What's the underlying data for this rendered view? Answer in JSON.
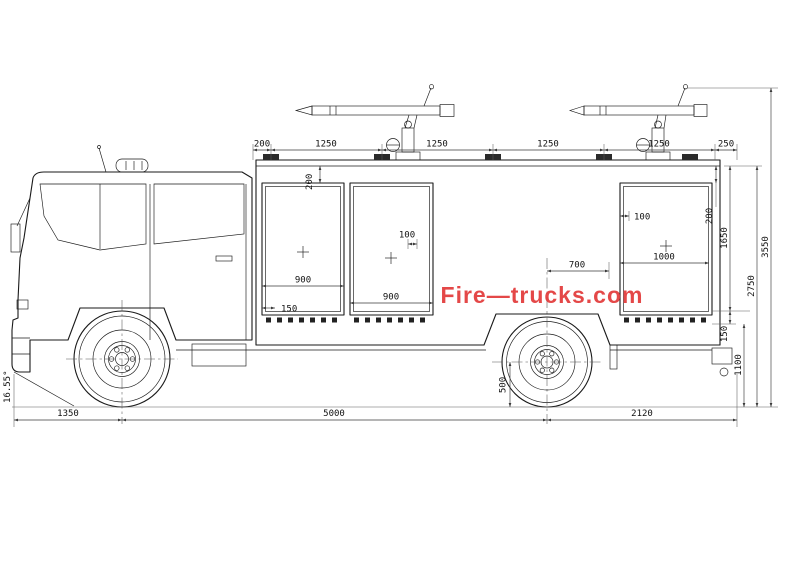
{
  "watermark": {
    "text": "Fire—trucks.com"
  },
  "colors": {
    "line": "#1a1a1a",
    "dimension": "#3a3a3a",
    "watermark": "#e23939",
    "background": "#ffffff"
  },
  "dims": {
    "top": [
      "200",
      "1250",
      "1250",
      "1250",
      "1250",
      "250"
    ],
    "bottom": {
      "front_overhang": "1350",
      "wheelbase": "5000",
      "rear_overhang": "2120"
    },
    "right": {
      "shutter_top_offset": "200",
      "shutter_height": "1650",
      "skirt": "150",
      "frame": "1100",
      "body_height": "2750",
      "overall_height": "3550"
    },
    "inner": {
      "shutter_top_offset_left": "200",
      "panel1_width": "900",
      "panel1_inset": "150",
      "panel2_width": "900",
      "panel2_offset": "100",
      "panel3_offset": "100",
      "panel3_width": "1000",
      "axle_to_body": "700",
      "axle_height": "500"
    },
    "angle": "16.55°"
  }
}
